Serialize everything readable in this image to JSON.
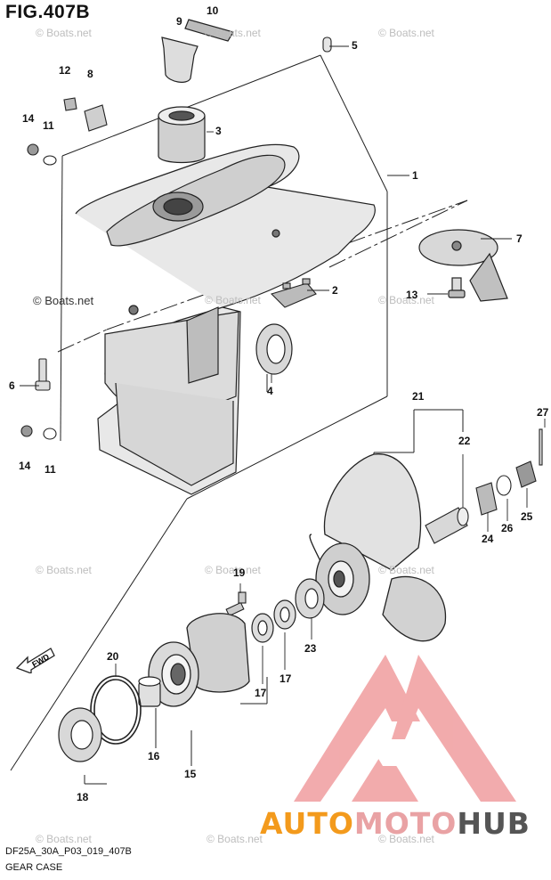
{
  "figure": {
    "title": "FIG.407B"
  },
  "footer": {
    "code": "DF25A_30A_P03_019_407B",
    "name": "GEAR CASE"
  },
  "watermark": {
    "text": "© Boats.net"
  },
  "brand": {
    "part1": "AUTO",
    "part2": "MOTO",
    "part3": "HUB",
    "color_auto": "#f39a1c",
    "color_moto": "#e9a2a4",
    "color_hub": "#555555",
    "logo_color": "#ee8f91"
  },
  "fwd_label": "FWD",
  "callouts": {
    "c1": "1",
    "c2": "2",
    "c3": "3",
    "c4": "4",
    "c5": "5",
    "c6": "6",
    "c7": "7",
    "c8": "8",
    "c9": "9",
    "c10": "10",
    "c11a": "11",
    "c11b": "11",
    "c12": "12",
    "c13": "13",
    "c14a": "14",
    "c14b": "14",
    "c15": "15",
    "c16": "16",
    "c17a": "17",
    "c17b": "17",
    "c18": "18",
    "c19": "19",
    "c20": "20",
    "c21": "21",
    "c22": "22",
    "c23": "23",
    "c24": "24",
    "c25": "25",
    "c26": "26",
    "c27": "27"
  }
}
